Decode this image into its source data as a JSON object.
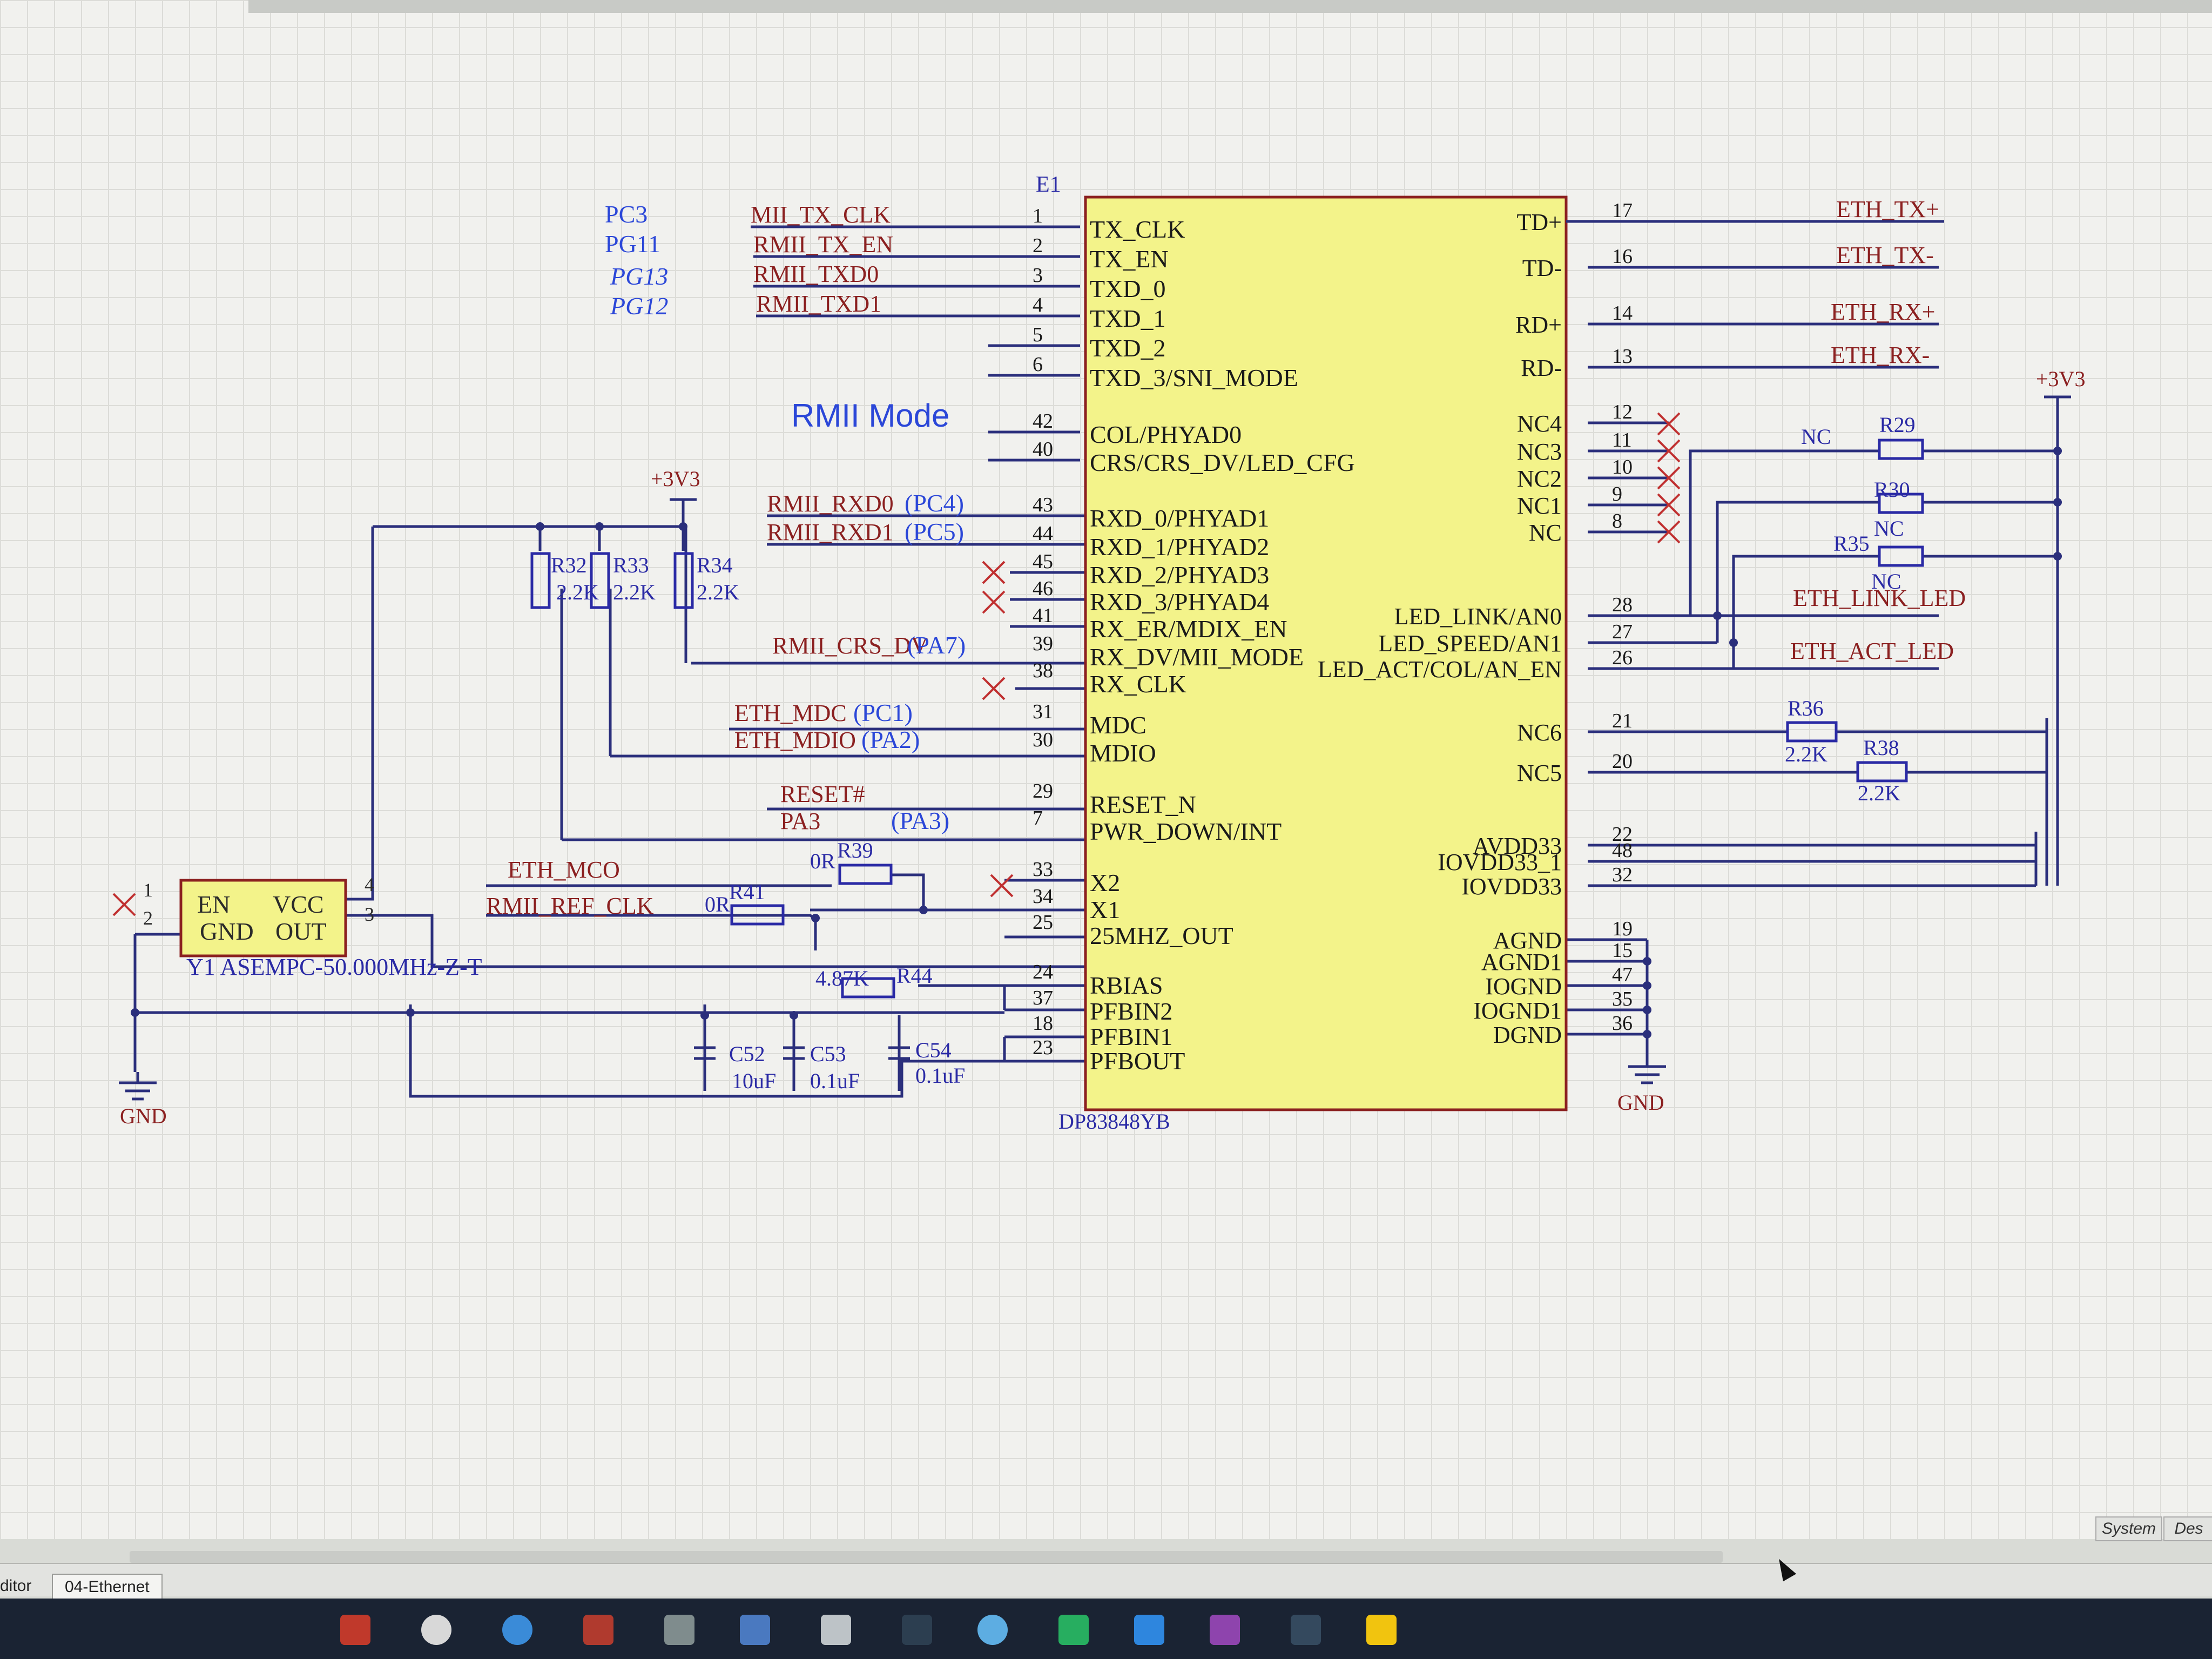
{
  "schematic": {
    "designator": "E1",
    "part": "DP83848YB",
    "mode_note": "RMII Mode",
    "left_pins": [
      {
        "num": "1",
        "name": "TX_CLK"
      },
      {
        "num": "2",
        "name": "TX_EN"
      },
      {
        "num": "3",
        "name": "TXD_0"
      },
      {
        "num": "4",
        "name": "TXD_1"
      },
      {
        "num": "5",
        "name": "TXD_2"
      },
      {
        "num": "6",
        "name": "TXD_3/SNI_MODE"
      },
      {
        "num": "42",
        "name": "COL/PHYAD0"
      },
      {
        "num": "40",
        "name": "CRS/CRS_DV/LED_CFG"
      },
      {
        "num": "43",
        "name": "RXD_0/PHYAD1"
      },
      {
        "num": "44",
        "name": "RXD_1/PHYAD2"
      },
      {
        "num": "45",
        "name": "RXD_2/PHYAD3"
      },
      {
        "num": "46",
        "name": "RXD_3/PHYAD4"
      },
      {
        "num": "41",
        "name": "RX_ER/MDIX_EN"
      },
      {
        "num": "39",
        "name": "RX_DV/MII_MODE"
      },
      {
        "num": "38",
        "name": "RX_CLK"
      },
      {
        "num": "31",
        "name": "MDC"
      },
      {
        "num": "30",
        "name": "MDIO"
      },
      {
        "num": "29",
        "name": "RESET_N"
      },
      {
        "num": "7",
        "name": "PWR_DOWN/INT"
      },
      {
        "num": "33",
        "name": "X2"
      },
      {
        "num": "34",
        "name": "X1"
      },
      {
        "num": "25",
        "name": "25MHZ_OUT"
      },
      {
        "num": "24",
        "name": "RBIAS"
      },
      {
        "num": "37",
        "name": "PFBIN2"
      },
      {
        "num": "18",
        "name": "PFBIN1"
      },
      {
        "num": "23",
        "name": "PFBOUT"
      }
    ],
    "right_pins": [
      {
        "num": "17",
        "name": "TD+"
      },
      {
        "num": "16",
        "name": "TD-"
      },
      {
        "num": "14",
        "name": "RD+"
      },
      {
        "num": "13",
        "name": "RD-"
      },
      {
        "num": "12",
        "name": "NC4"
      },
      {
        "num": "11",
        "name": "NC3"
      },
      {
        "num": "10",
        "name": "NC2"
      },
      {
        "num": "9",
        "name": "NC1"
      },
      {
        "num": "8",
        "name": "NC"
      },
      {
        "num": "28",
        "name": "LED_LINK/AN0"
      },
      {
        "num": "27",
        "name": "LED_SPEED/AN1"
      },
      {
        "num": "26",
        "name": "LED_ACT/COL/AN_EN"
      },
      {
        "num": "21",
        "name": "NC6"
      },
      {
        "num": "20",
        "name": "NC5"
      },
      {
        "num": "22",
        "name": "AVDD33"
      },
      {
        "num": "48",
        "name": "IOVDD33_1"
      },
      {
        "num": "32",
        "name": "IOVDD33"
      },
      {
        "num": "19",
        "name": "AGND"
      },
      {
        "num": "15",
        "name": "AGND1"
      },
      {
        "num": "47",
        "name": "IOGND"
      },
      {
        "num": "35",
        "name": "IOGND1"
      },
      {
        "num": "36",
        "name": "DGND"
      }
    ],
    "left_nets": {
      "mii_tx_clk": "MII_TX_CLK",
      "rmii_tx_en": "RMII_TX_EN",
      "rmii_txd0": "RMII_TXD0",
      "rmii_txd1": "RMII_TXD1",
      "rmii_rxd0": "RMII_RXD0",
      "rmii_rxd1": "RMII_RXD1",
      "rmii_crs_dv": "RMII_CRS_DV",
      "eth_mdc": "ETH_MDC",
      "eth_mdio": "ETH_MDIO",
      "reset": "RESET#",
      "pa3": "PA3",
      "eth_mco": "ETH_MCO",
      "rmii_ref_clk": "RMII_REF_CLK"
    },
    "mcu_pins": {
      "pc3": "PC3",
      "pg11": "PG11",
      "pg13": "PG13",
      "pg12": "PG12",
      "pc4": "(PC4)",
      "pc5": "(PC5)",
      "pa7": "(PA7)",
      "pc1": "(PC1)",
      "pa2": "(PA2)",
      "pa3": "(PA3)"
    },
    "right_nets": {
      "eth_tx_p": "ETH_TX+",
      "eth_tx_n": "ETH_TX-",
      "eth_rx_p": "ETH_RX+",
      "eth_rx_n": "ETH_RX-",
      "eth_link_led": "ETH_LINK_LED",
      "eth_act_led": "ETH_ACT_LED"
    },
    "power": {
      "v33_left": "+3V3",
      "v33_right": "+3V3",
      "gnd_left": "GND",
      "gnd_right": "GND"
    },
    "resistors": {
      "r32": "R32",
      "r32_val": "2.2K",
      "r33": "R33",
      "r33_val": "2.2K",
      "r34": "R34",
      "r34_val": "2.2K",
      "r29": "R29",
      "r29_val": "NC",
      "r30": "R30",
      "r30_val": "NC",
      "r35": "R35",
      "r35_val": "NC",
      "r36": "R36",
      "r36_val": "2.2K",
      "r38": "R38",
      "r38_val": "2.2K",
      "r39": "R39",
      "r39_val": "0R",
      "r41": "R41",
      "r41_val": "0R",
      "r44": "R44",
      "r44_val": "4.87K"
    },
    "capacitors": {
      "c52": "C52",
      "c52_val": "10uF",
      "c53": "C53",
      "c53_val": "0.1uF",
      "c54": "C54",
      "c54_val": "0.1uF"
    },
    "oscillator": {
      "label": "Y1  ASEMPC-50.000MHz-Z-T",
      "en": "EN",
      "vcc": "VCC",
      "gnd": "GND",
      "out": "OUT",
      "pin1": "1",
      "pin2": "2",
      "pin3": "3",
      "pin4": "4"
    }
  },
  "status": {
    "system": "System",
    "des": "Des",
    "editor": "ditor",
    "tab": "04-Ethernet"
  }
}
